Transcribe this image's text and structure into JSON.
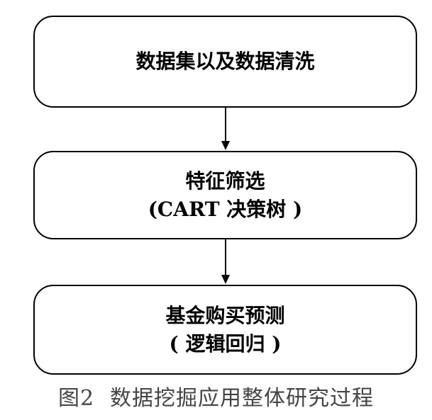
{
  "flowchart": {
    "steps": [
      {
        "lines": [
          "数据集以及数据清洗"
        ]
      },
      {
        "lines": [
          "特征筛选",
          "(CART 决策树 )"
        ]
      },
      {
        "lines": [
          "基金购买预测",
          "( 逻辑回归 )"
        ]
      }
    ]
  },
  "caption": {
    "figure_number": "图2",
    "title": "数据挖掘应用整体研究过程"
  },
  "colors": {
    "stroke": "#000000",
    "caption_text": "#444444"
  }
}
